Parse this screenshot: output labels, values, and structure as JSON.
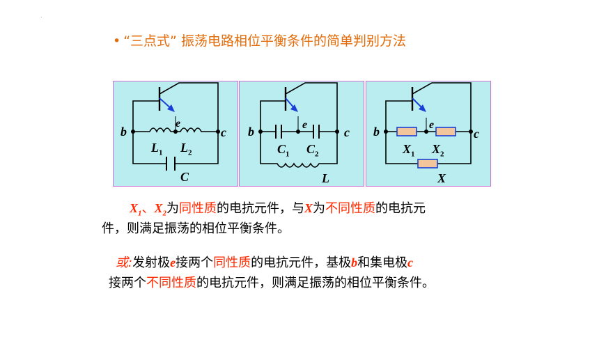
{
  "marker": ".",
  "heading": {
    "bullet": "•",
    "text": "“三点式” 振荡电路相位平衡条件的简单判别方法"
  },
  "circuits": [
    {
      "b": "b",
      "c": "c",
      "e": "e",
      "x1": "L",
      "x1_sub": "1",
      "x2": "L",
      "x2_sub": "2",
      "x": "C"
    },
    {
      "b": "b",
      "c": "c",
      "e": "e",
      "x1": "C",
      "x1_sub": "1",
      "x2": "C",
      "x2_sub": "2",
      "x": "L"
    },
    {
      "b": "b",
      "c": "c",
      "e": "e",
      "x1": "X",
      "x1_sub": "1",
      "x2": "X",
      "x2_sub": "2",
      "x": "X"
    }
  ],
  "para1": {
    "x1": "X",
    "x1_sub": "1",
    "sep": "、",
    "x2": "X",
    "x2_sub": "2",
    "t1": "为",
    "same": "同性质",
    "t2": "的电抗元件，与",
    "x": "X",
    "t3": "为",
    "diff": "不同性质",
    "t4": "的电抗元",
    "line2": "件，则满足振荡的相位平衡条件。"
  },
  "para2": {
    "or": "或:",
    "t1": "发射极",
    "e": "e",
    "t2": "接两个",
    "same": "同性质",
    "t3": "的电抗元件，基极",
    "b": "b",
    "t4": "和集电极",
    "c": "c",
    "l2a": "接两个",
    "diff": "不同性质",
    "l2b": "的电抗元件，则满足振荡的相位平衡条件。"
  },
  "colors": {
    "accent": "#e36c0a",
    "highlight": "#ff2a00",
    "panel_bg": "#b9edf0",
    "panel_border": "#d070d0",
    "arrow": "#1a3fd6",
    "resistor_fill": "#f3c59b"
  }
}
